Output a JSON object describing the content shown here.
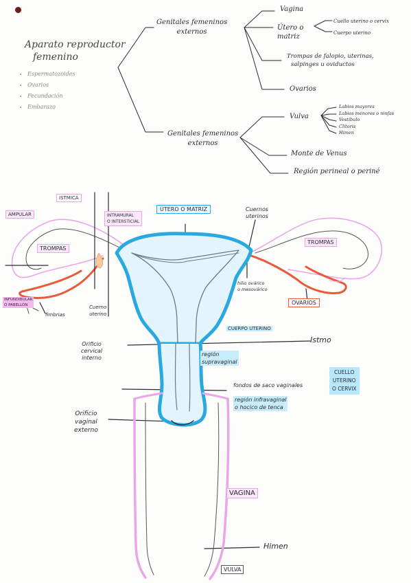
{
  "main_title": [
    "Aparato reproductor",
    "femenino"
  ],
  "functions": [
    "Espermatozoides",
    "Ovarios",
    "Fecundación",
    "Embarazo"
  ],
  "branch_external_top": [
    "Genitales femeninos",
    "externos"
  ],
  "branch_external_bottom": [
    "Genitales femeninos",
    "externos"
  ],
  "tree_top": {
    "vagina": "Vagina",
    "uterus": [
      "Útero o",
      "matriz"
    ],
    "uterus_sub": [
      "Cuello uterino o cervix",
      "Cuerpo uterino"
    ],
    "tubes": [
      "Trompas de falopio, uterinas,",
      "salpinges u oviductos"
    ],
    "ovaries": "Ovarios"
  },
  "tree_bottom": {
    "vulva": "Vulva",
    "vulva_sub": [
      "Labios mayores",
      "Labios menores o ninfas",
      "Vestíbulo",
      "Clítoris",
      "Himen"
    ],
    "mons": "Monte de Venus",
    "perineum": "Región perineal o periné"
  },
  "diagram": {
    "istmica": "ISTMICA",
    "ampular": "AMPULAR",
    "intramural": [
      "INTRAMURAL",
      "O INTERSTICIAL"
    ],
    "utero_box": "ÚTERO O MATRIZ",
    "cuernos_right": [
      "Cuernos",
      "uterinos"
    ],
    "trompas_left": "TROMPAS",
    "trompas_right": "TROMPAS",
    "infundibular": [
      "INFUNDIBULAR",
      "O PABELLÓN"
    ],
    "fimbrias": "fimbrias",
    "cuerno_left": [
      "Cuerno",
      "uterino"
    ],
    "hilio": [
      "hilio ovárico",
      "o mesovárico"
    ],
    "ovarios": "OVARIOS",
    "cuerpo_uterino": "CUERPO UTERINO",
    "istmo": "Istmo",
    "orificio_interno": [
      "Orificio",
      "cervical",
      "interno"
    ],
    "supravaginal": [
      "región",
      "supravaginal"
    ],
    "cuello_box": [
      "CUELLO",
      "UTERINO",
      "O CERVIX"
    ],
    "fondos": "fondos de saco vaginales",
    "infravaginal": [
      "región infravaginal",
      "o hocico de tenca"
    ],
    "orificio_externo": [
      "Orificio",
      "vaginal",
      "externo"
    ],
    "vagina": "VAGINA",
    "himen": "Himen",
    "vulva": "VULVA"
  },
  "colors": {
    "ink": "#2b2b33",
    "uterus_blue": "#2aa9e0",
    "vagina_pink": "#e9a6e8",
    "tube_red": "#e85a3a"
  }
}
